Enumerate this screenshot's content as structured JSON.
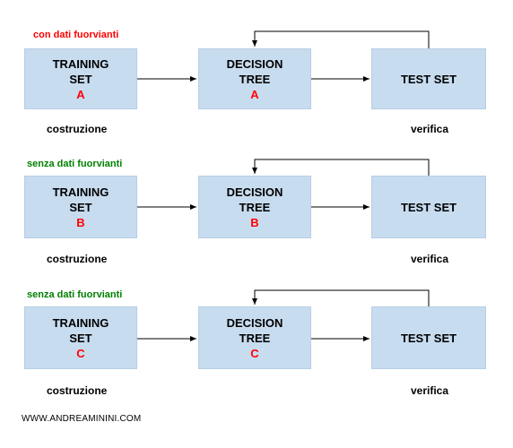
{
  "colors": {
    "box_fill": "#c8dcf0",
    "letter": "#ff0000",
    "caption_misleading": "#ff0000",
    "caption_clean": "#008000"
  },
  "rows": [
    {
      "caption": "con dati fuorvianti",
      "caption_color": "#ff0000",
      "training": {
        "line1": "TRAINING",
        "line2": "SET",
        "letter": "A"
      },
      "tree": {
        "line1": "DECISION",
        "line2": "TREE",
        "letter": "A"
      },
      "test": {
        "label": "TEST SET"
      },
      "label_left": "costruzione",
      "label_right": "verifica"
    },
    {
      "caption": "senza dati fuorvianti",
      "caption_color": "#008000",
      "training": {
        "line1": "TRAINING",
        "line2": "SET",
        "letter": "B"
      },
      "tree": {
        "line1": "DECISION",
        "line2": "TREE",
        "letter": "B"
      },
      "test": {
        "label": "TEST SET"
      },
      "label_left": "costruzione",
      "label_right": "verifica"
    },
    {
      "caption": "senza dati fuorvianti",
      "caption_color": "#008000",
      "training": {
        "line1": "TRAINING",
        "line2": "SET",
        "letter": "C"
      },
      "tree": {
        "line1": "DECISION",
        "line2": "TREE",
        "letter": "C"
      },
      "test": {
        "label": "TEST SET"
      },
      "label_left": "costruzione",
      "label_right": "verifica"
    }
  ],
  "footer": "WWW.ANDREAMININI.COM"
}
